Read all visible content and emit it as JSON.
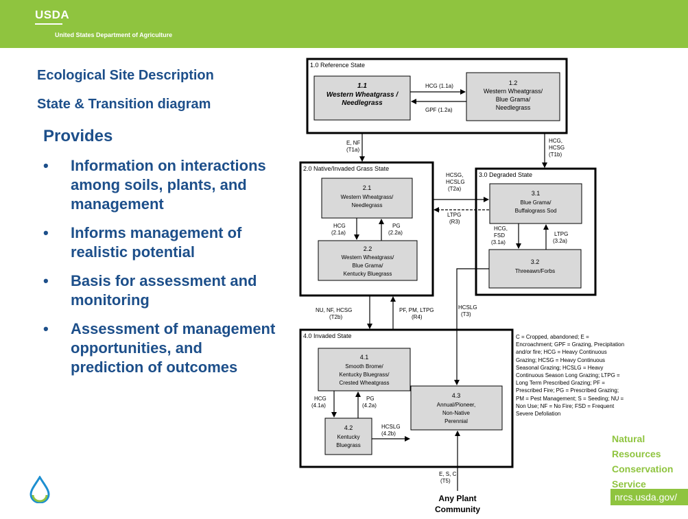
{
  "header": {
    "logo_text": "USDA",
    "department": "United States Department of Agriculture",
    "bg_color": "#8fc43f"
  },
  "slide": {
    "title_line1": "Ecological Site Description",
    "title_line2": "State & Transition diagram",
    "provides_label": "Provides",
    "bullets": [
      "Information on interactions among soils, plants, and management",
      "Informs management of realistic potential",
      "Basis for assessment and monitoring",
      "Assessment of management opportunities, and prediction of outcomes"
    ],
    "text_color": "#1d4f8a",
    "drop_icon": "water-drop-icon"
  },
  "footer": {
    "agency_line1": "Natural",
    "agency_line2": "Resources",
    "agency_line3": "Conservation",
    "agency_line4": "Service",
    "url": "nrcs.usda.gov/"
  },
  "diagram": {
    "states": {
      "s1": "1.0 Reference State",
      "s2": "2.0  Native/Invaded Grass State",
      "s3": "3.0 Degraded State",
      "s4": "4.0 Invaded State"
    },
    "communities": {
      "c11_id": "1.1",
      "c11_l1": "Western Wheatgrass /",
      "c11_l2": "Needlegrass",
      "c12_id": "1.2",
      "c12_l1": "Western Wheatgrass/",
      "c12_l2": "Blue Grama/",
      "c12_l3": "Needlegrass",
      "c21_id": "2.1",
      "c21_l1": "Western Wheatgrass/",
      "c21_l2": "Needlegrass",
      "c22_id": "2.2",
      "c22_l1": "Western Wheatgrass/",
      "c22_l2": "Blue Grama/",
      "c22_l3": "Kentucky Bluegrass",
      "c31_id": "3.1",
      "c31_l1": "Blue Grama/",
      "c31_l2": "Buffalograss Sod",
      "c32_id": "3.2",
      "c32_l1": "Threeawn/Forbs",
      "c41_id": "4.1",
      "c41_l1": "Smooth Brome/",
      "c41_l2": "Kentucky Bluegrass/",
      "c41_l3": "Crested Wheatgrass",
      "c42_id": "4.2",
      "c42_l1": "Kentucky",
      "c42_l2": "Bluegrass",
      "c43_id": "4.3",
      "c43_l1": "Annual/Pioneer,",
      "c43_l2": "Non-Native",
      "c43_l3": "Perennial",
      "any_l1": "Any Plant",
      "any_l2": "Community"
    },
    "transitions": {
      "t11a": "HCG (1.1a)",
      "t12a": "GPF (1.2a)",
      "t1a_l1": "E, NF",
      "t1a_l2": "(T1a)",
      "t1b_l1": "HCG,",
      "t1b_l2": "HCSG",
      "t1b_l3": "(T1b)",
      "t2a_l1": "HCSG,",
      "t2a_l2": "HCSLG",
      "t2a_l3": "(T2a)",
      "r3_l1": "LTPG",
      "r3_l2": "(R3)",
      "t21a_l1": "HCG",
      "t21a_l2": "(2.1a)",
      "t22a_l1": "PG",
      "t22a_l2": "(2.2a)",
      "t31a_l1": "HCG,",
      "t31a_l2": "FSD",
      "t31a_l3": "(3.1a)",
      "t32a_l1": "LTPG",
      "t32a_l2": "(3.2a)",
      "t2b_l1": "NU, NF, HCSG",
      "t2b_l2": "(T2b)",
      "r4_l1": "PF, PM, LTPG",
      "r4_l2": "(R4)",
      "t3_l1": "HCSLG",
      "t3_l2": "(T3)",
      "t41a_l1": "HCG",
      "t41a_l2": "(4.1a)",
      "t42a_l1": "PG",
      "t42a_l2": "(4.2a)",
      "t42b_l1": "HCSLG",
      "t42b_l2": "(4.2b)",
      "t5_l1": "E, S, C",
      "t5_l2": "(T5)"
    },
    "legend": "C = Cropped, abandoned; E = Encroachment; GPF = Grazing, Precipitation and/or fire; HCG = Heavy Continuous Grazing; HCSG = Heavy Continuous Seasonal Grazing; HCSLG = Heavy Continuous Season Long Grazing; LTPG = Long Term Prescribed Grazing; PF = Prescribed Fire; PG = Prescribed Grazing; PM = Pest Management; S = Seeding; NU = Non Use; NF = No Fire; FSD = Frequent Severe Defoliation",
    "box_fill": "#d9d9d9"
  }
}
